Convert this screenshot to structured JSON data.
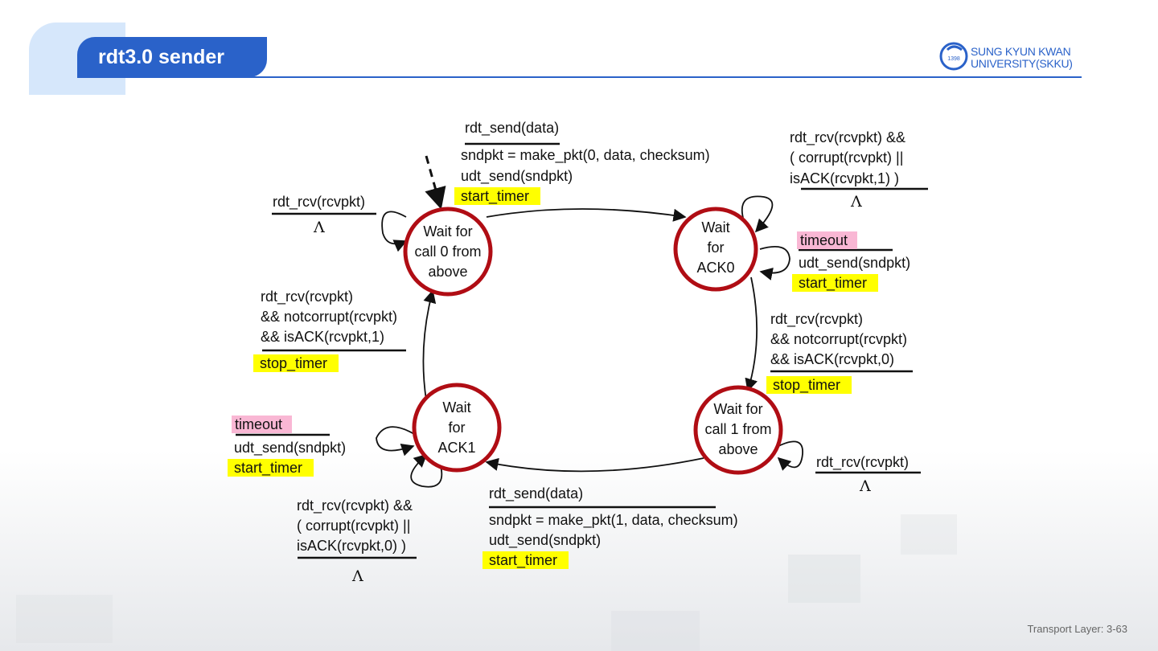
{
  "slide": {
    "title": "rdt3.0 sender",
    "footer": "Transport Layer: 3-63",
    "logo_line1": "SUNG KYUN KWAN",
    "logo_line2": "UNIVERSITY(SKKU)",
    "logo_seal_year": "1398"
  },
  "states": {
    "wait_call0": [
      "Wait for",
      "call 0 from",
      "above"
    ],
    "wait_ack0": [
      "Wait",
      "for",
      "ACK0"
    ],
    "wait_call1": [
      "Wait for",
      "call 1 from",
      "above"
    ],
    "wait_ack1": [
      "Wait",
      "for",
      "ACK1"
    ]
  },
  "transitions": {
    "top_send0": {
      "event": "rdt_send(data)",
      "a1": "sndpkt = make_pkt(0, data, checksum)",
      "a2": "udt_send(sndpkt)",
      "a3": "start_timer"
    },
    "self_call0": {
      "event": "rdt_rcv(rcvpkt)",
      "action": "Λ"
    },
    "ack0_corrupt": {
      "e1": "rdt_rcv(rcvpkt) &&",
      "e2": "( corrupt(rcvpkt) ||",
      "e3": "isACK(rcvpkt,1) )",
      "action": "Λ"
    },
    "ack0_timeout": {
      "event": "timeout",
      "a1": "udt_send(sndpkt)",
      "a2": "start_timer"
    },
    "ack0_ok": {
      "e1": "rdt_rcv(rcvpkt)",
      "e2": "&& notcorrupt(rcvpkt)",
      "e3": "&& isACK(rcvpkt,0)",
      "action": "stop_timer"
    },
    "ack1_ok": {
      "e1": "rdt_rcv(rcvpkt)",
      "e2": "&& notcorrupt(rcvpkt)",
      "e3": "&& isACK(rcvpkt,1)",
      "action": "stop_timer"
    },
    "ack1_timeout": {
      "event": "timeout",
      "a1": "udt_send(sndpkt)",
      "a2": "start_timer"
    },
    "ack1_corrupt": {
      "e1": "rdt_rcv(rcvpkt) &&",
      "e2": "( corrupt(rcvpkt) ||",
      "e3": "isACK(rcvpkt,0) )",
      "action": "Λ"
    },
    "bottom_send1": {
      "event": "rdt_send(data)",
      "a1": "sndpkt = make_pkt(1, data, checksum)",
      "a2": "udt_send(sndpkt)",
      "a3": "start_timer"
    },
    "self_call1": {
      "event": "rdt_rcv(rcvpkt)",
      "action": "Λ"
    }
  },
  "colors": {
    "accent": "#2a62c9",
    "state_ring": "#b00d14",
    "highlight": "#ffff00",
    "timeout_highlight": "#f9b7d4"
  }
}
